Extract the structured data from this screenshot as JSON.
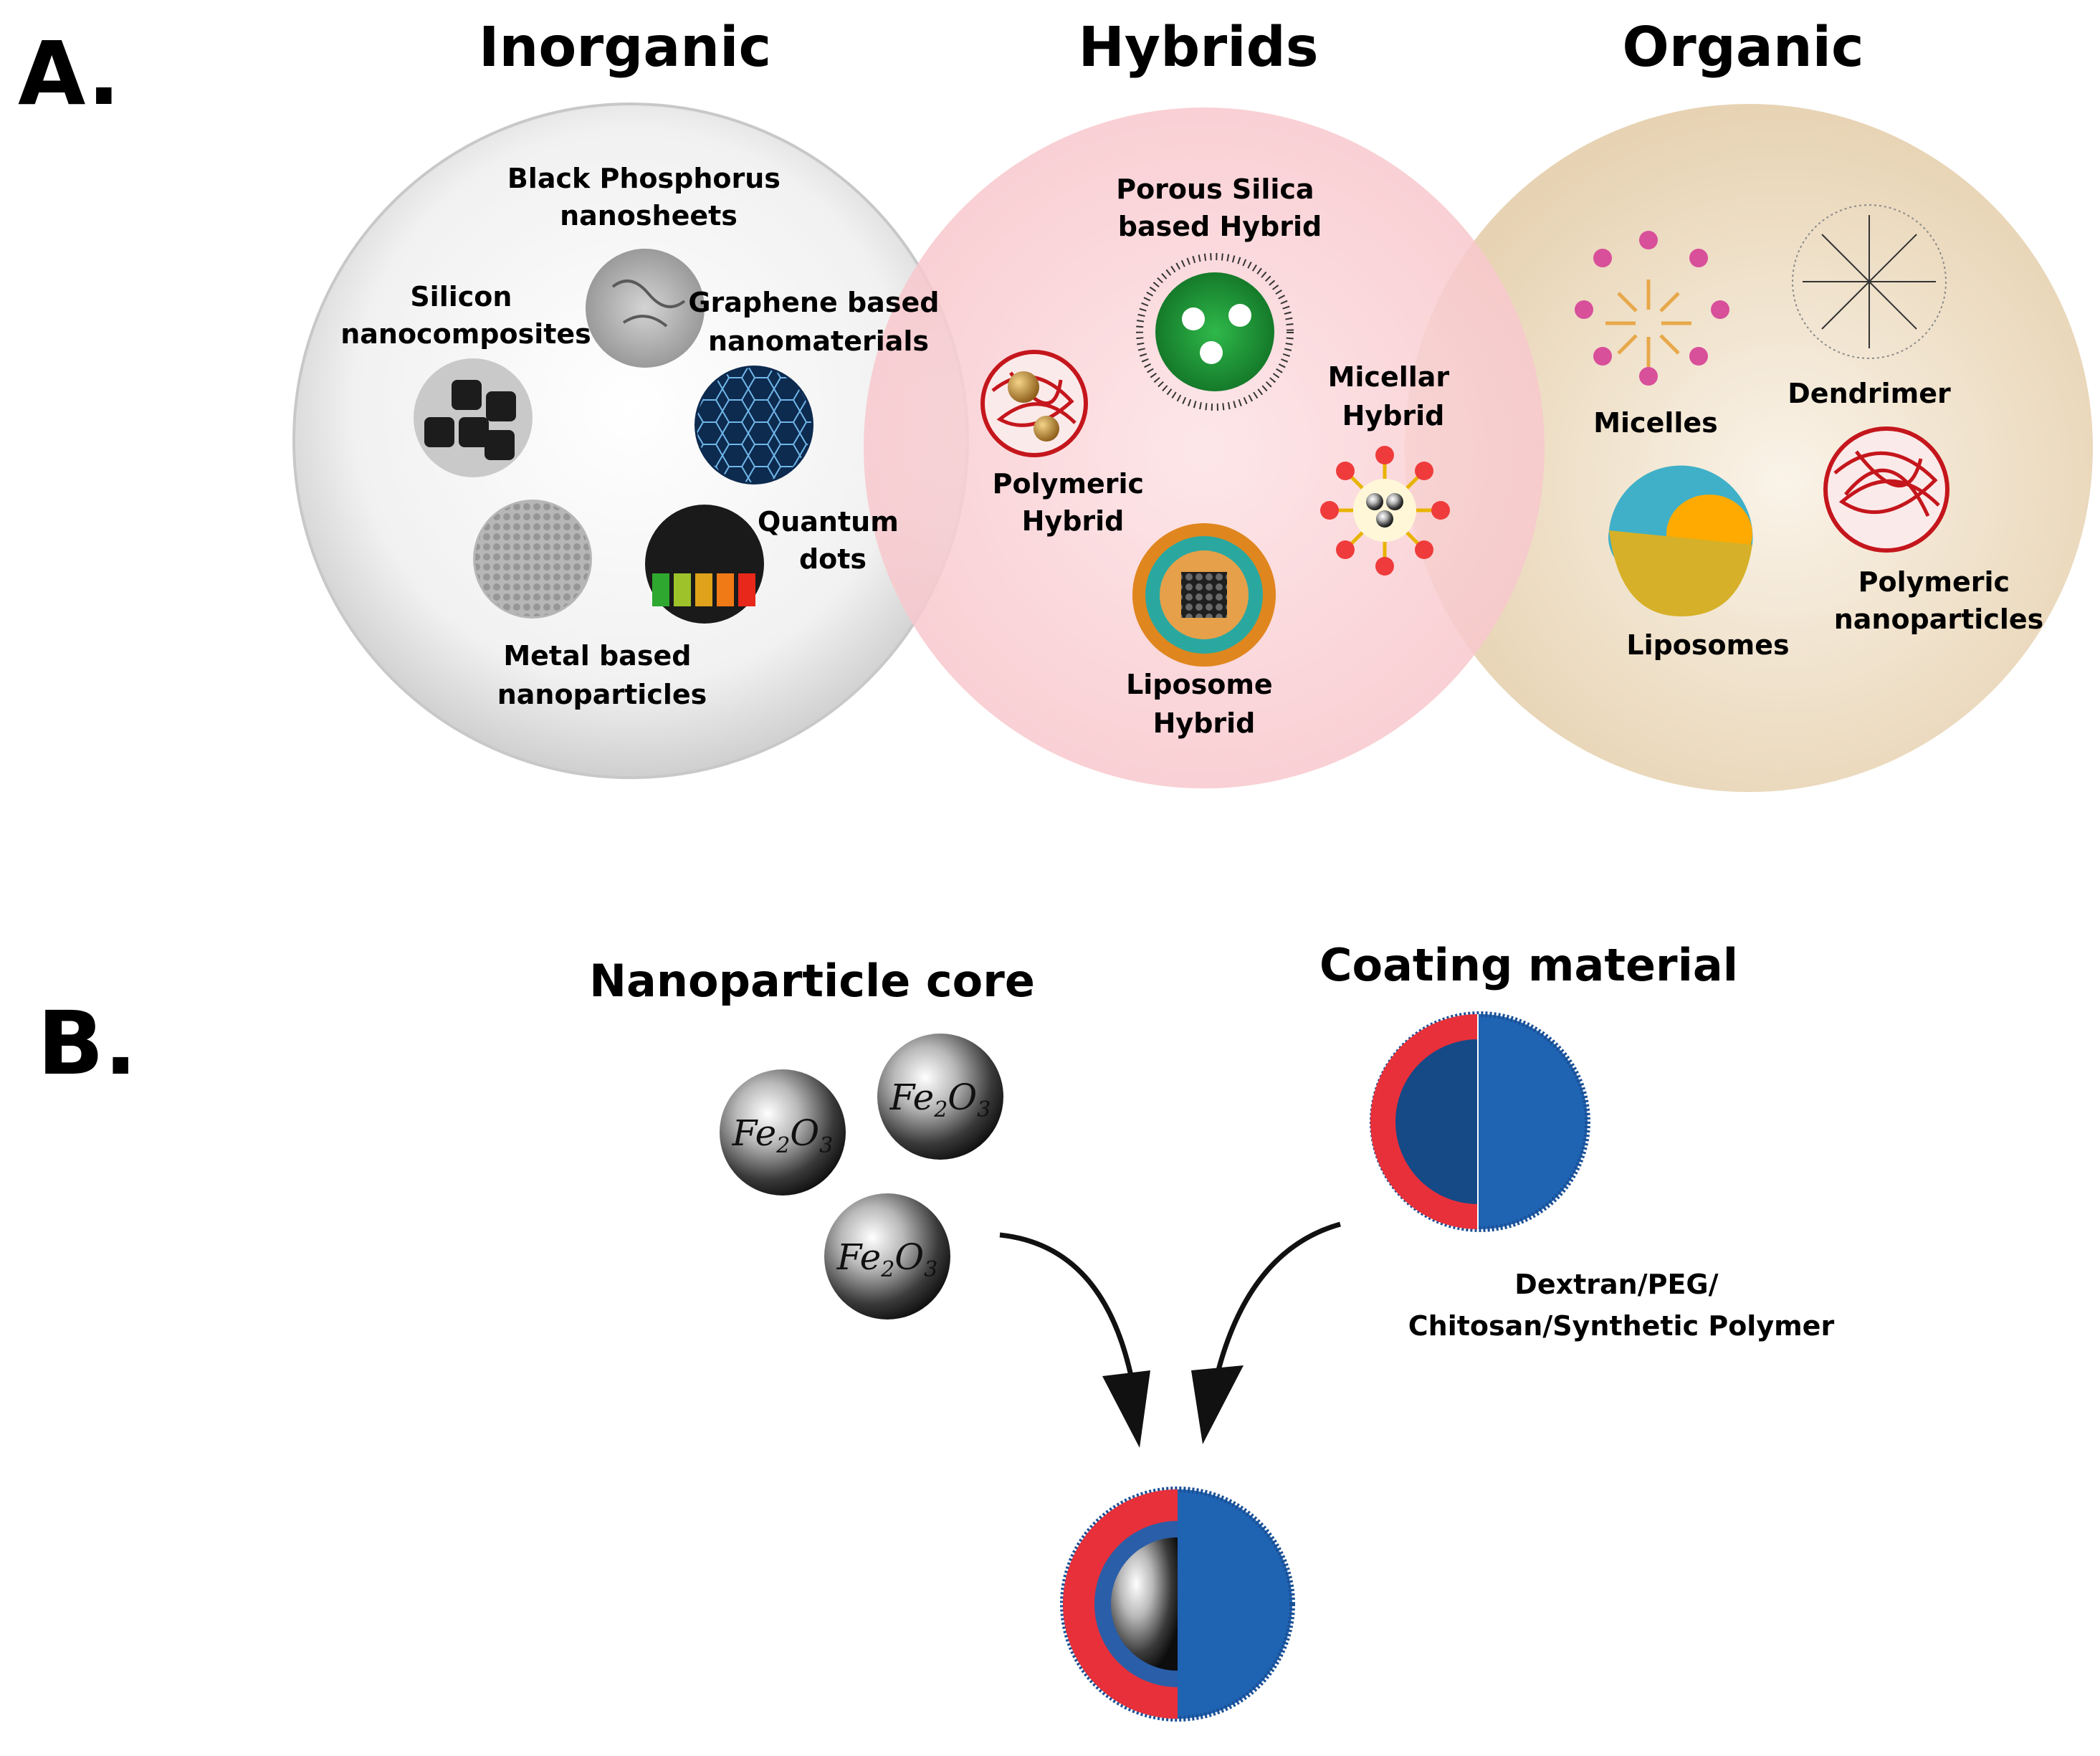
{
  "panel_a": {
    "letter": "A.",
    "inorganic": {
      "title": "Inorganic",
      "items": {
        "black_phosphorus": [
          "Black Phosphorus",
          "nanosheets"
        ],
        "silicon": [
          "Silicon",
          "nanocomposites"
        ],
        "graphene": [
          "Graphene based",
          "nanomaterials"
        ],
        "quantum_dots": [
          "Quantum",
          "dots"
        ],
        "metal": [
          "Metal based",
          "nanoparticles"
        ]
      }
    },
    "hybrids": {
      "title": "Hybrids",
      "items": {
        "porous_silica": [
          "Porous Silica",
          "based Hybrid"
        ],
        "polymeric": [
          "Polymeric",
          "Hybrid"
        ],
        "micellar": [
          "Micellar",
          "Hybrid"
        ],
        "liposome": [
          "Liposome",
          "Hybrid"
        ]
      }
    },
    "organic": {
      "title": "Organic",
      "items": {
        "micelles": "Micelles",
        "dendrimer": "Dendrimer",
        "liposomes": "Liposomes",
        "polymeric": [
          "Polymeric",
          "nanoparticles"
        ]
      }
    }
  },
  "panel_b": {
    "letter": "B.",
    "core_title": "Nanoparticle core",
    "coating_title": "Coating material",
    "formula": {
      "main": "Fe",
      "sub1": "2",
      "mid": "O",
      "sub2": "3"
    },
    "coating_label": [
      "Dextran/PEG/",
      "Chitosan/Synthetic Polymer"
    ]
  },
  "colors": {
    "inorganic_bubble": "#e6e6e6",
    "hybrid_bubble": "#f9d3d6",
    "organic_bubble": "#efe0c8",
    "coating_blue": "#1f63b3",
    "coating_red": "#e8303a"
  }
}
